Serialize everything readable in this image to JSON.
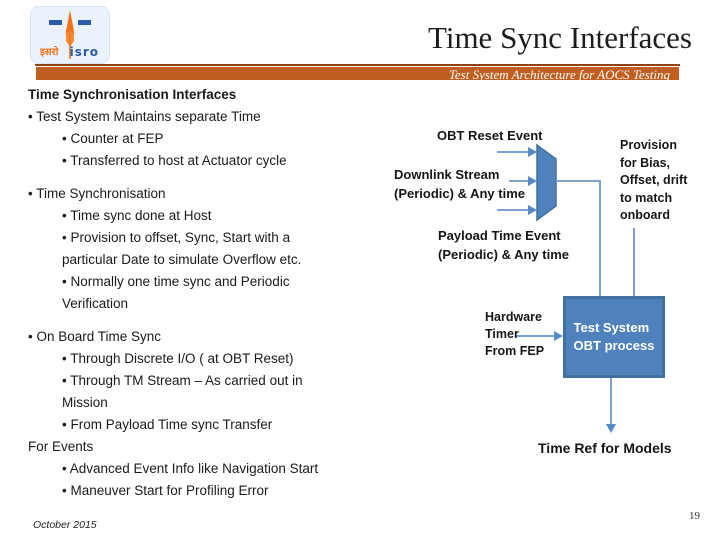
{
  "slide": {
    "title": "Time Sync Interfaces",
    "banner": "Test System Architecture for AOCS Testing",
    "footer_date": "October 2015",
    "page_number": "19"
  },
  "logo": {
    "hindi": "इसरो",
    "latin": "isro"
  },
  "content": {
    "lines": [
      {
        "level": 0,
        "bullet": false,
        "bold": true,
        "gap": false,
        "text": "Time Synchronisation Interfaces"
      },
      {
        "level": 0,
        "bullet": true,
        "bold": false,
        "gap": false,
        "text": "Test System Maintains separate Time"
      },
      {
        "level": 1,
        "bullet": true,
        "bold": false,
        "gap": false,
        "text": "Counter at FEP"
      },
      {
        "level": 1,
        "bullet": true,
        "bold": false,
        "gap": false,
        "text": "Transferred to host at Actuator cycle"
      },
      {
        "level": 0,
        "bullet": true,
        "bold": false,
        "gap": true,
        "text": "Time Synchronisation"
      },
      {
        "level": 1,
        "bullet": true,
        "bold": false,
        "gap": false,
        "text": "Time sync done at Host"
      },
      {
        "level": 1,
        "bullet": true,
        "bold": false,
        "gap": false,
        "text": " Provision to offset, Sync, Start with a\nparticular Date to simulate Overflow etc."
      },
      {
        "level": 1,
        "bullet": true,
        "bold": false,
        "gap": false,
        "text": "Normally one time sync and Periodic\nVerification"
      },
      {
        "level": 0,
        "bullet": true,
        "bold": false,
        "gap": true,
        "text": "On Board Time Sync"
      },
      {
        "level": 1,
        "bullet": true,
        "bold": false,
        "gap": false,
        "text": " Through Discrete I/O ( at OBT Reset)"
      },
      {
        "level": 1,
        "bullet": true,
        "bold": false,
        "gap": false,
        "text": " Through TM Stream – As carried out in\nMission"
      },
      {
        "level": 1,
        "bullet": true,
        "bold": false,
        "gap": false,
        "text": " From Payload Time sync Transfer"
      },
      {
        "level": 0,
        "bullet": false,
        "bold": false,
        "gap": false,
        "text": "For Events"
      },
      {
        "level": 1,
        "bullet": true,
        "bold": false,
        "gap": false,
        "text": "Advanced Event Info like Navigation Start"
      },
      {
        "level": 1,
        "bullet": true,
        "bold": false,
        "gap": false,
        "text": "Maneuver Start for Profiling Error"
      }
    ]
  },
  "diagram": {
    "labels": {
      "obt_reset": "OBT Reset Event",
      "downlink": "Downlink Stream\n(Periodic) & Any time",
      "payload": "Payload Time Event\n(Periodic) & Any time",
      "provision": "Provision\nfor Bias,\nOffset, drift\nto match\nonboard",
      "hardware_timer": "Hardware\nTimer\nFrom FEP",
      "obt_process_box": "Test System\nOBT process",
      "time_ref": "Time Ref for Models"
    }
  },
  "colors": {
    "banner_bg": "#c05e20",
    "shape_fill": "#4f81bd",
    "shape_border": "#41719c",
    "connector": "#7da1d1",
    "arrowhead": "#5588c7",
    "logo_orange": "#f47216",
    "logo_blue": "#2a5ca8"
  }
}
